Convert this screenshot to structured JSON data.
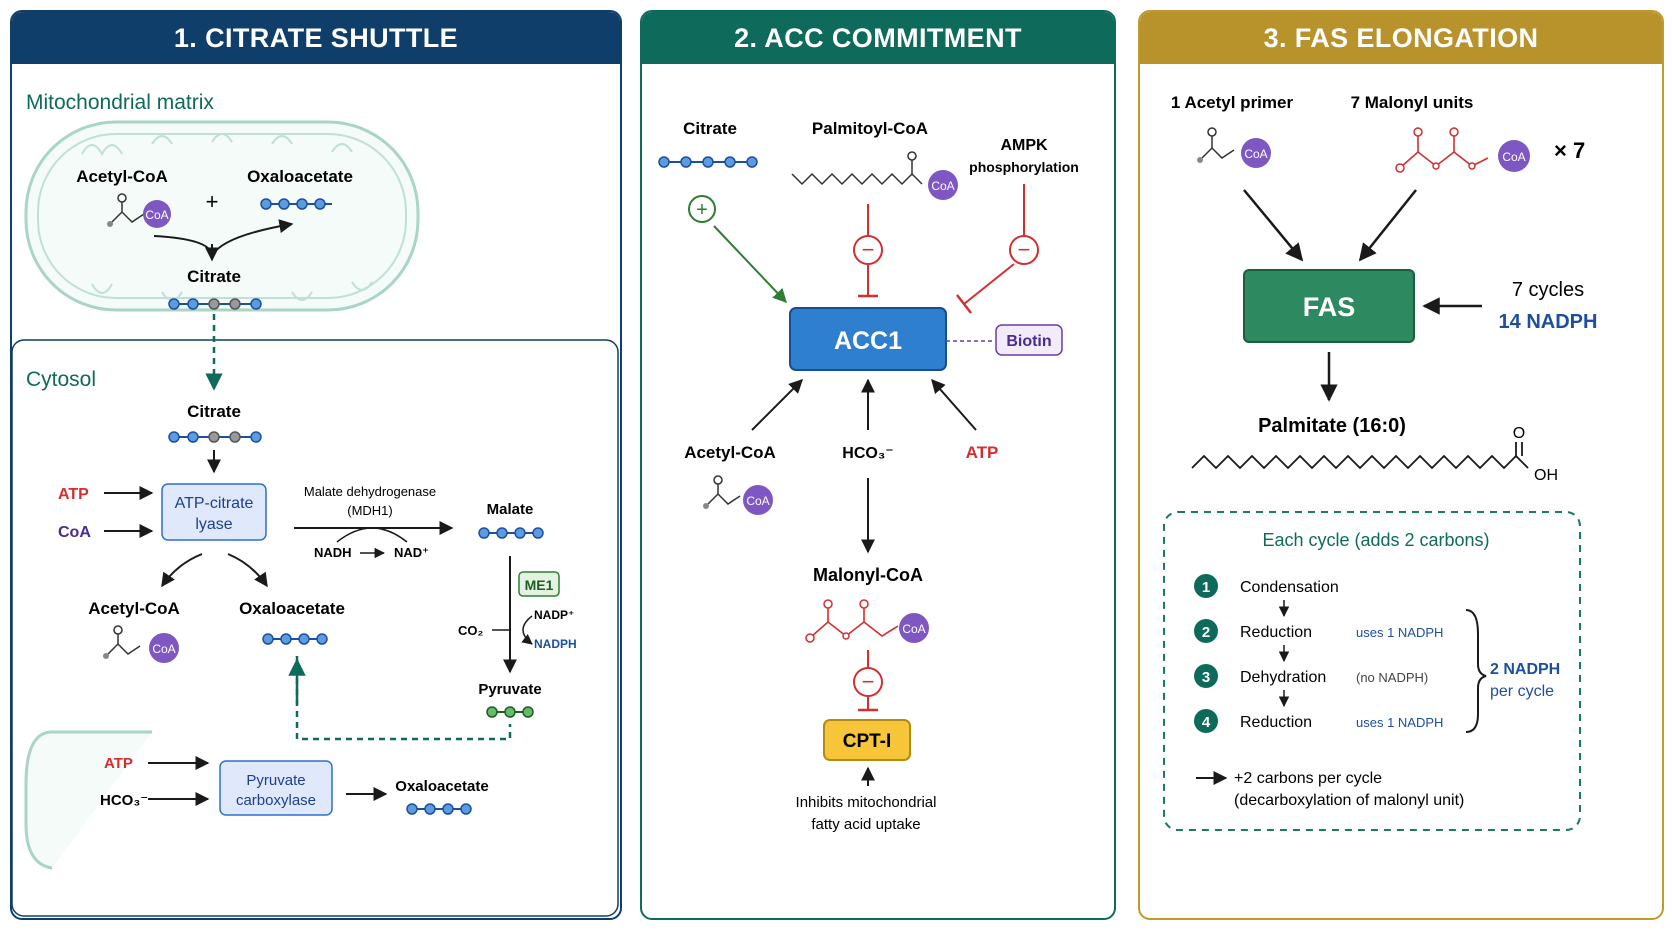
{
  "colors": {
    "panel1_header": "#0f3e6a",
    "panel2_header": "#0e6b5c",
    "panel3_header": "#b8922a",
    "activator_green": "#2e7d32",
    "inhibitor_red": "#d32f2f",
    "nadph_blue": "#1d4fa0",
    "coa_purple": "#7e57c2",
    "acc1_blue": "#2f7fd1",
    "fas_green": "#2d8a60",
    "cpt_yellow": "#f6c53a"
  },
  "panel1": {
    "title": "1. CITRATE SHUTTLE",
    "matrix_label": "Mitochondrial matrix",
    "acetyl_coa": "Acetyl-CoA",
    "oxaloacetate": "Oxaloacetate",
    "plus": "+",
    "citrate": "Citrate",
    "cytosol_label": "Cytosol",
    "citrate_cytosol": "Citrate",
    "atp": "ATP",
    "coa": "CoA",
    "acl_line1": "ATP-citrate",
    "acl_line2": "lyase",
    "mdh_line1": "Malate dehydrogenase",
    "mdh_line2": "(MDH1)",
    "nadh": "NADH",
    "nad_plus": "NAD⁺",
    "malate": "Malate",
    "me1": "ME1",
    "nadp_plus": "NADP⁺",
    "nadph": "NADPH",
    "co2": "CO₂",
    "pyruvate": "Pyruvate",
    "acetyl_coa_cytosol": "Acetyl-CoA",
    "oxaloacetate_cytosol": "Oxaloacetate",
    "atp_pc": "ATP",
    "hco3": "HCO₃⁻",
    "pc_line1": "Pyruvate",
    "pc_line2": "carboxylase",
    "oxaloacetate_bottom": "Oxaloacetate",
    "coa_tag": "CoA"
  },
  "panel2": {
    "title": "2. ACC COMMITMENT",
    "citrate": "Citrate",
    "palmitoyl_coa": "Palmitoyl-CoA",
    "ampk_line1": "AMPK",
    "ampk_line2": "phosphorylation",
    "plus_sign": "+",
    "minus_sign": "−",
    "acc1": "ACC1",
    "biotin": "Biotin",
    "acetyl_coa": "Acetyl-CoA",
    "hco3": "HCO₃⁻",
    "atp": "ATP",
    "malonyl_coa": "Malonyl-CoA",
    "cpt1": "CPT-I",
    "inhibits_line1": "Inhibits mitochondrial",
    "inhibits_line2": "fatty acid uptake",
    "coa_tag": "CoA"
  },
  "panel3": {
    "title": "3. FAS ELONGATION",
    "acetyl_primer": "1 Acetyl primer",
    "malonyl_units": "7 Malonyl units",
    "times7": "× 7",
    "fas": "FAS",
    "cycles": "7 cycles",
    "nadph14": "14 NADPH",
    "palmitate": "Palmitate (16:0)",
    "oh": "OH",
    "o": "O",
    "cycle_title": "Each cycle (adds 2 carbons)",
    "steps": [
      {
        "num": "1",
        "name": "Condensation",
        "note": ""
      },
      {
        "num": "2",
        "name": "Reduction",
        "note": "uses 1 NADPH"
      },
      {
        "num": "3",
        "name": "Dehydration",
        "note": "(no NADPH)"
      },
      {
        "num": "4",
        "name": "Reduction",
        "note": "uses 1 NADPH"
      }
    ],
    "per_cycle_line1": "2 NADPH",
    "per_cycle_line2": "per cycle",
    "footer_line1": "+2 carbons per cycle",
    "footer_line2": "(decarboxylation of malonyl unit)",
    "coa_tag": "CoA"
  }
}
